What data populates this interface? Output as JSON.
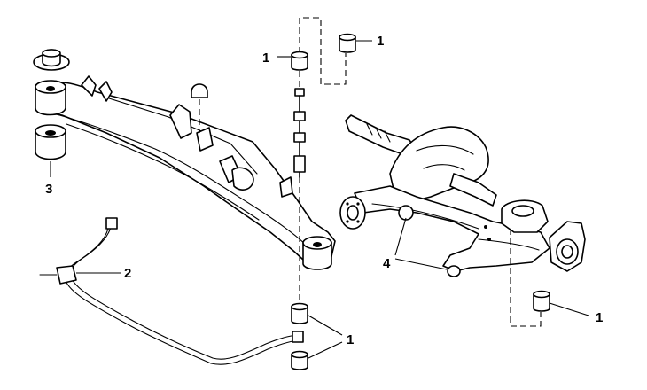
{
  "callouts": {
    "bushing_upper_left": "1",
    "bushing_upper_right": "1",
    "bushing_lower_right": "1",
    "bushing_lower_center": "1",
    "stabilizer_bar": "2",
    "mount_insulator": "3",
    "arm_bushing": "4"
  },
  "colors": {
    "line": "#000000",
    "background": "#ffffff"
  }
}
